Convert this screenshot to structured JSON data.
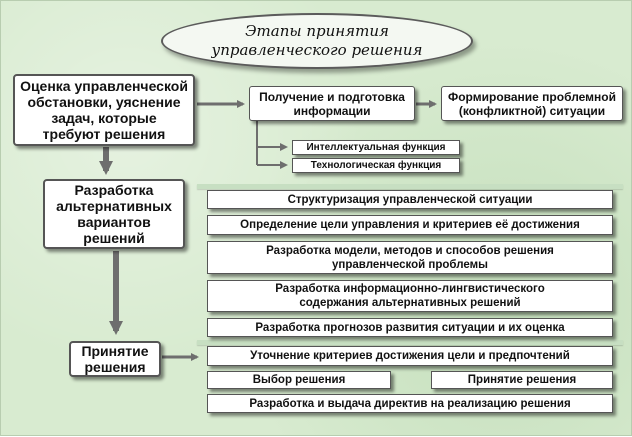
{
  "title": {
    "line1": "Этапы принятия",
    "line2": "управленческого решения"
  },
  "stage1": {
    "main": [
      "Оценка управленческой",
      "обстановки, уяснение",
      "задач, которые",
      "требуют решения"
    ],
    "info_box": [
      "Получение и подготовка",
      "информации"
    ],
    "problem_box": [
      "Формирование проблемной",
      "(конфликтной) ситуации"
    ],
    "functions": [
      "Интеллектуальная функция",
      "Технологическая функция"
    ]
  },
  "stage2": {
    "main": [
      "Разработка",
      "альтернативных",
      "вариантов",
      "решений"
    ],
    "items": [
      [
        "Структуризация управленческой ситуации"
      ],
      [
        "Определение цели управления и критериев её достижения"
      ],
      [
        "Разработка модели, методов и способов решения",
        "управленческой проблемы"
      ],
      [
        "Разработка информационно-лингвистического",
        "содержания альтернативных решений"
      ],
      [
        "Разработка прогнозов развития ситуации и их оценка"
      ]
    ]
  },
  "stage3": {
    "main": [
      "Принятие",
      "решения"
    ],
    "criteria": "Уточнение критериев достижения цели и предпочтений",
    "choice": "Выбор решения",
    "acceptance": "Принятие решения",
    "directives": "Разработка и выдача директив на реализацию решения"
  },
  "colors": {
    "background": "#d8ebd0",
    "arrow": "#6e6e6e",
    "band": "#c7dfc2",
    "box": "#ffffff",
    "border": "#555555"
  }
}
